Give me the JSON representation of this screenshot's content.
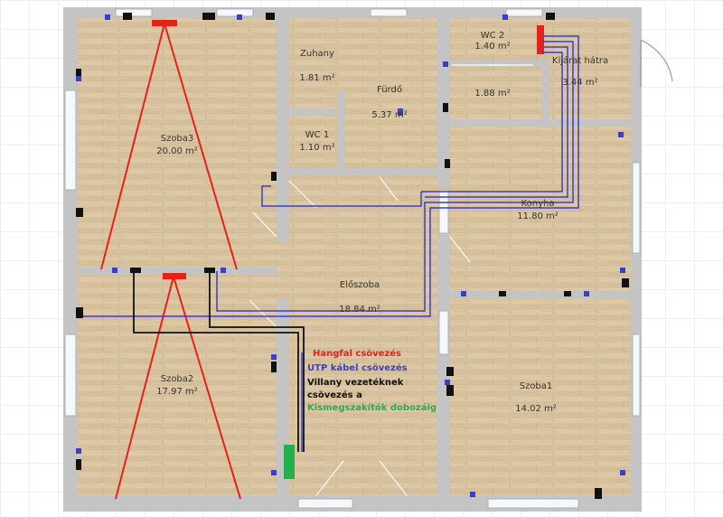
{
  "rooms": [
    {
      "id": "szoba3",
      "name": "Szoba3",
      "area": "20.00 m²"
    },
    {
      "id": "zuhany",
      "name": "Zuhany",
      "area": "1.81 m²"
    },
    {
      "id": "furdo",
      "name": "Fürdő",
      "area": "5.37 m²"
    },
    {
      "id": "wc1",
      "name": "WC 1",
      "area": "1.10 m²"
    },
    {
      "id": "wc2",
      "name": "WC 2",
      "area": "1.40 m²"
    },
    {
      "id": "kijarat",
      "name": "Kijárat hátra",
      "area": "3.44 m²"
    },
    {
      "id": "unnamed",
      "name": "",
      "area": "1.88 m²"
    },
    {
      "id": "konyha",
      "name": "Konyha",
      "area": "11.80 m²"
    },
    {
      "id": "eloszoba",
      "name": "Előszoba",
      "area": "18.84 m²"
    },
    {
      "id": "szoba2",
      "name": "Szoba2",
      "area": "17.97 m²"
    },
    {
      "id": "szoba1",
      "name": "Szoba1",
      "area": "14.02 m²"
    }
  ],
  "legend": [
    {
      "text": "Hangfal csövezés",
      "color": "#e8201a"
    },
    {
      "text": "UTP kábel csövezés",
      "color": "#3a3fc8"
    },
    {
      "text": "Villany vezetéknek",
      "color": "#111111"
    },
    {
      "text": "csövezés a",
      "color": "#111111"
    },
    {
      "text": "Kismegszakítók dobozáig",
      "color": "#22b04a"
    }
  ],
  "colors": {
    "wall": "#c4c4c4",
    "floor": "#d9c5a3",
    "speaker": "#e8201a",
    "utp": "#3a3fc8",
    "power": "#111111",
    "breaker_box": "#22b04a",
    "window": "#f4f8fb"
  }
}
